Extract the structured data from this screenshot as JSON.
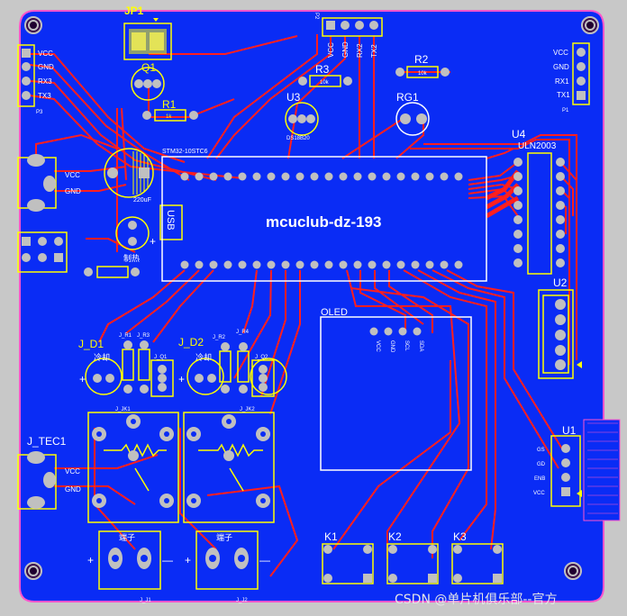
{
  "board": {
    "title": "mcuclub-dz-193",
    "colors": {
      "board": "#0a2cf5",
      "trace": "#ff1e1e",
      "silk": "#ffff00",
      "pad": "#c0c0c0",
      "outline": "#ff55cc"
    }
  },
  "labels": {
    "jp1": "JP1",
    "q1": "Q1",
    "r1": "R1",
    "r2": "R2",
    "r3": "R3",
    "r2_val": "10k",
    "r3_val": "10k",
    "r1_val": "1k",
    "u3": "U3",
    "u3_part": "DS18B20",
    "rg1": "RG1",
    "u4": "U4",
    "uln": "ULN2003",
    "u2": "U2",
    "u1": "U1",
    "oled": "OLED",
    "jd1": "J_D1",
    "jd2": "J_D2",
    "jtec": "J_TEC1",
    "k1": "K1",
    "k2": "K2",
    "k3": "K3",
    "usb": "USB",
    "stm": "STM32-10STC6",
    "cap_val": "220uF",
    "jk1": "J_JK1",
    "jk2": "J_JK2",
    "jj1": "J_J1",
    "jj2": "J_J2",
    "terminal": "端子",
    "cooling1": "冷却",
    "cooling2": "冷却",
    "heat": "制热",
    "jq1": "J_Q1",
    "jq2": "J_Q2",
    "jr1": "J_R1",
    "jr2": "J_R2",
    "jr3": "J_R3",
    "jr4": "J_R4",
    "p3": "P3",
    "p1": "P1",
    "p2": "P2",
    "plus": "+",
    "minus": "—"
  },
  "left_header": {
    "pins": [
      "VCC",
      "GND",
      "RX3",
      "TX3"
    ]
  },
  "right_header": {
    "pins": [
      "VCC",
      "GND",
      "RX1",
      "TX1"
    ]
  },
  "top_header": {
    "pins": [
      "VCC",
      "GND",
      "RX2",
      "TX2"
    ]
  },
  "power_in": {
    "pins": [
      "VCC",
      "GND"
    ]
  },
  "tec_in": {
    "pins": [
      "VCC",
      "GND"
    ]
  },
  "oled_pins": [
    "VCC",
    "GND",
    "SCL",
    "SDA"
  ],
  "u1_pins": [
    "GS",
    "GD",
    "ENB",
    "VCC"
  ],
  "watermark": "CSDN @单片机俱乐部--官方"
}
